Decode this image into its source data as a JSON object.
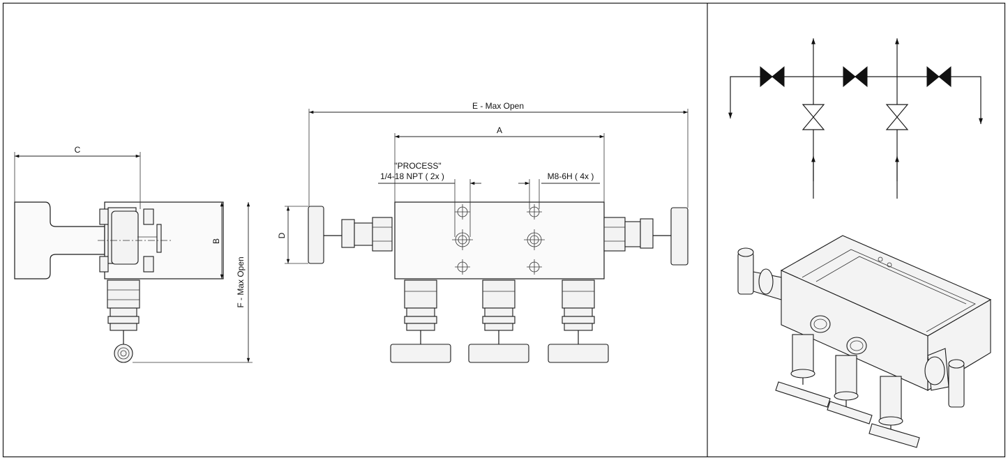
{
  "drawing": {
    "dimensions": {
      "a": "A",
      "b": "B",
      "c": "C",
      "d": "D",
      "e": "E - Max Open",
      "f": "F - Max Open"
    },
    "callouts": {
      "process_title": "\"PROCESS\"",
      "process_thread": "1/4-18 NPT ( 2x )",
      "mount_thread": "M8-6H ( 4x )"
    }
  },
  "colors": {
    "line": "#1a1a1a",
    "background": "#ffffff"
  }
}
